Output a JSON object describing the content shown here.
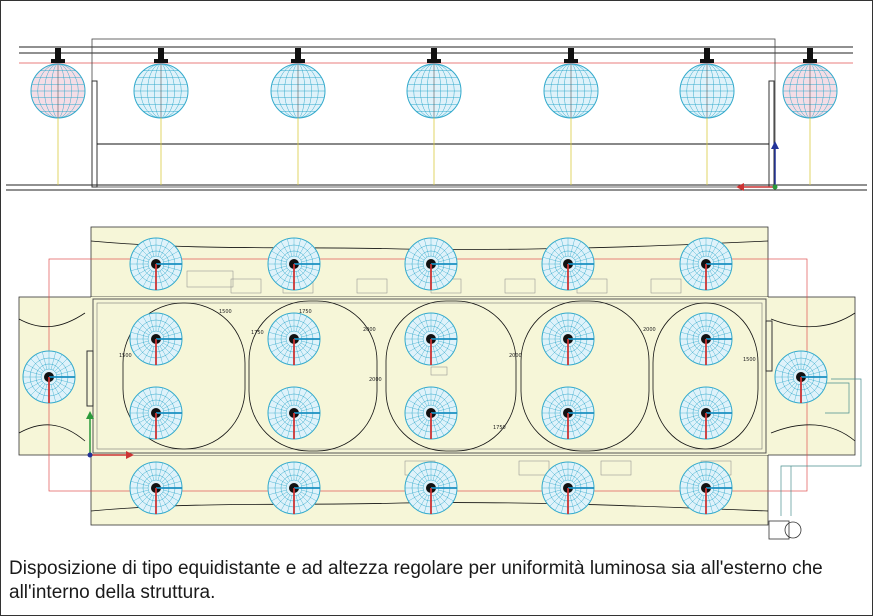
{
  "caption": "Disposizione di tipo equidistante e ad altezza regolare per uniformità luminosa sia all'esterno che all'interno della struttura.",
  "contour_labels": [
    "1500",
    "1750",
    "2000",
    "1750",
    "2000",
    "1750",
    "1500",
    "2000",
    "1750",
    "2000",
    "1500"
  ],
  "colors": {
    "floor": "#f6f6d8",
    "luminaire": "#33aacc",
    "luminaire_fill": "#dff2fa",
    "red_line": "#e05050",
    "yellow_line": "#d9cc40"
  }
}
